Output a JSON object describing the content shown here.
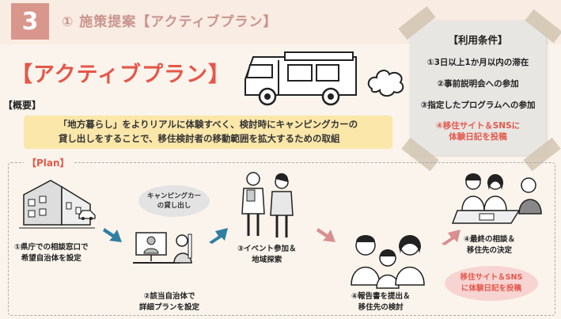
{
  "header": {
    "section_number": "3",
    "section_title": "① 施策提案【アクティブプラン】"
  },
  "main_title": "【アクティブプラン】",
  "conditions": {
    "title": "【利用条件】",
    "items": [
      "①3日以上1か月以内の滞在",
      "②事前説明会への参加",
      "③指定したプログラムへの参加"
    ],
    "highlight_line1": "④移住サイト＆SNSに",
    "highlight_line2": "体験日記を投稿"
  },
  "overview": {
    "label": "【概要】",
    "line1": "「地方暮らし」をよりリアルに体験すべく、検討時にキャンピングカーの",
    "line2": "貸し出しをすることで、移住検討者の移動範囲を拡大するための取組"
  },
  "plan": {
    "label": "【Plan】",
    "steps": [
      {
        "line1": "①県庁での相談窓口で",
        "line2": "希望自治体を設定"
      },
      {
        "line1": "②該当自治体で",
        "line2": "詳細プランを設定"
      },
      {
        "line1": "③イベント参加＆",
        "line2": "地域探索"
      },
      {
        "line1": "④報告書を提出＆",
        "line2": "移住先の検討"
      },
      {
        "line1": "④最終の相談＆",
        "line2": "移住先の決定"
      }
    ],
    "bubble_camper_line1": "キャンピングカー",
    "bubble_camper_line2": "の貸し出し",
    "bubble_sns_line1": "移住サイト＆SNS",
    "bubble_sns_line2": "に体験日記を投稿"
  },
  "colors": {
    "accent_red": "#e4574a",
    "section_pink": "#d9968c",
    "overview_yellow": "#fbe7aa",
    "arrow_blue": "#2f7fa3",
    "arrow_pink": "#d98f8f"
  }
}
